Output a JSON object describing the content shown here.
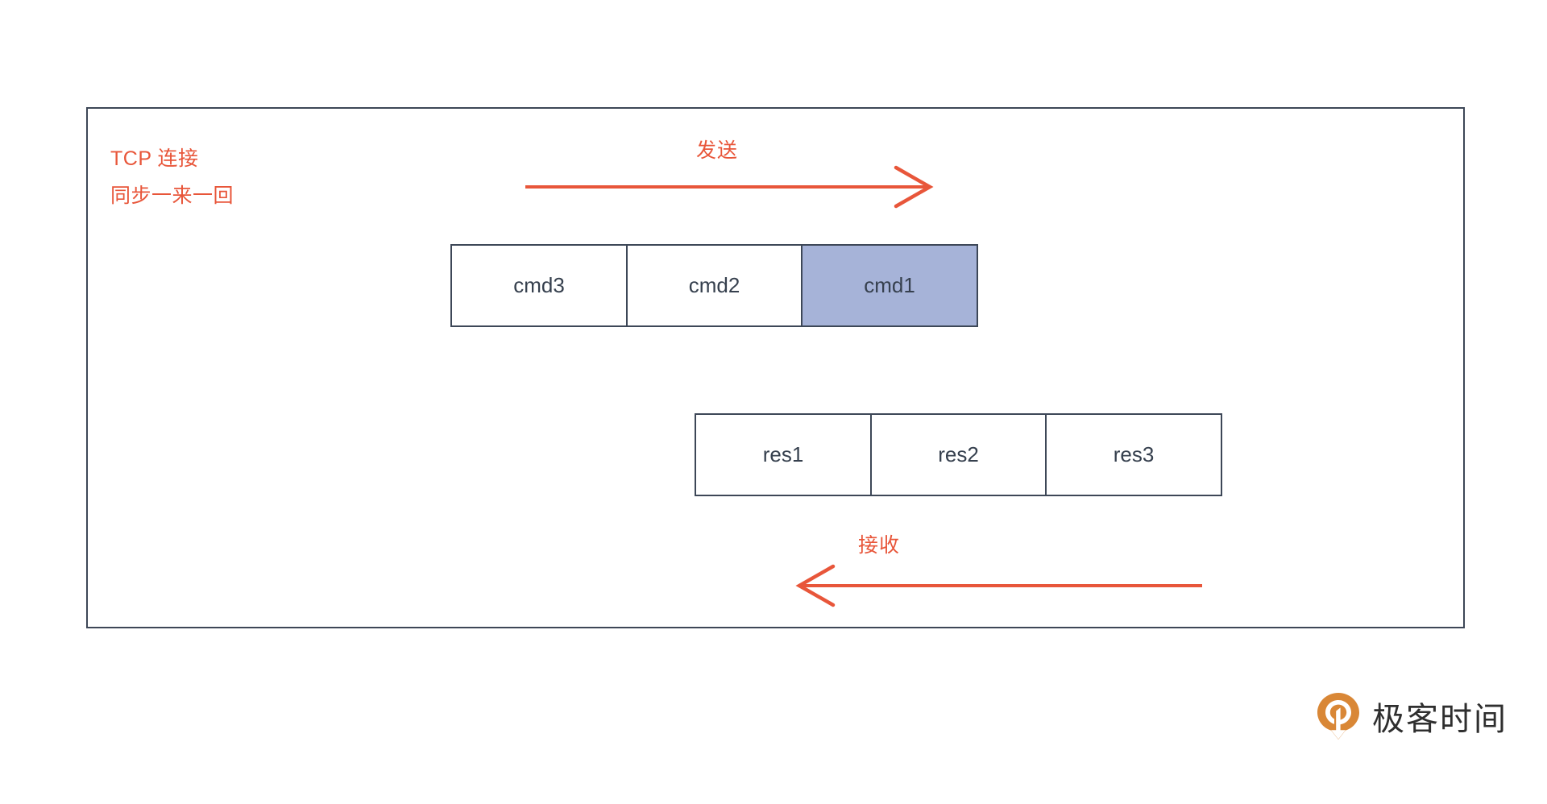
{
  "diagram": {
    "title_annotation": {
      "line1": "TCP 连接",
      "line2": "同步一来一回",
      "color": "#e8563a"
    },
    "arrows": [
      {
        "name": "send",
        "label": "发送",
        "direction": "right",
        "color": "#e8563a"
      },
      {
        "name": "receive",
        "label": "接收",
        "direction": "left",
        "color": "#e8563a"
      }
    ],
    "command_row": {
      "name": "commands",
      "cells": [
        {
          "label": "cmd3",
          "highlighted": false
        },
        {
          "label": "cmd2",
          "highlighted": false
        },
        {
          "label": "cmd1",
          "highlighted": true
        }
      ]
    },
    "response_row": {
      "name": "responses",
      "cells": [
        {
          "label": "res1",
          "highlighted": false
        },
        {
          "label": "res2",
          "highlighted": false
        },
        {
          "label": "res3",
          "highlighted": false
        }
      ]
    },
    "colors": {
      "border": "#3d4757",
      "highlight_fill": "#a6b3d8",
      "accent": "#e8563a",
      "text": "#36404e"
    }
  },
  "brand": {
    "name": "极客时间",
    "mark_icon": "geektime-logo-icon",
    "mark_color": "#d98736"
  }
}
